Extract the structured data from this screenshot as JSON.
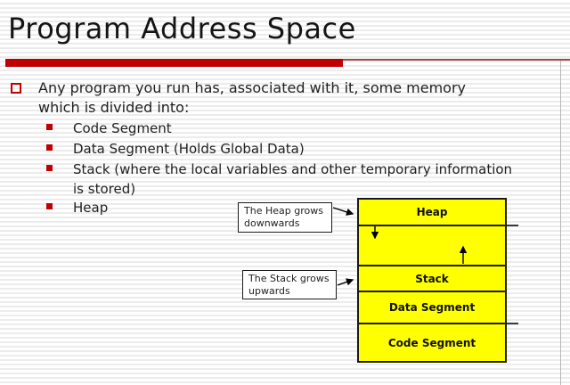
{
  "slide": {
    "title": "Program Address Space"
  },
  "colors": {
    "accent_red": "#c00000",
    "thin_rule_red": "#9a4a4a",
    "segment_yellow": "#ffff00",
    "text_dark": "#1f1f1f"
  },
  "icons": {
    "main_bullet": "hollow-red-square",
    "sub_bullet": "filled-red-square",
    "heap_growth": "down-arrow",
    "stack_growth": "up-arrow"
  },
  "bullets": {
    "main": {
      "line1": "Any program you run has, associated with it, some memory",
      "line2": "which is divided into:"
    },
    "items": [
      {
        "label": "Code Segment"
      },
      {
        "label": "Data Segment (Holds Global Data)"
      },
      {
        "line1": "Stack (where the local variables and other temporary information",
        "line2": "is stored)"
      },
      {
        "label": "Heap"
      }
    ]
  },
  "diagram": {
    "segments": [
      {
        "label": "Heap"
      },
      {
        "label": ""
      },
      {
        "label": "Stack"
      },
      {
        "label": "Data Segment"
      },
      {
        "label": "Code Segment"
      }
    ],
    "callouts": [
      {
        "line1": "The Heap grows",
        "line2": "downwards"
      },
      {
        "line1": "The Stack grows",
        "line2": "upwards"
      }
    ]
  }
}
